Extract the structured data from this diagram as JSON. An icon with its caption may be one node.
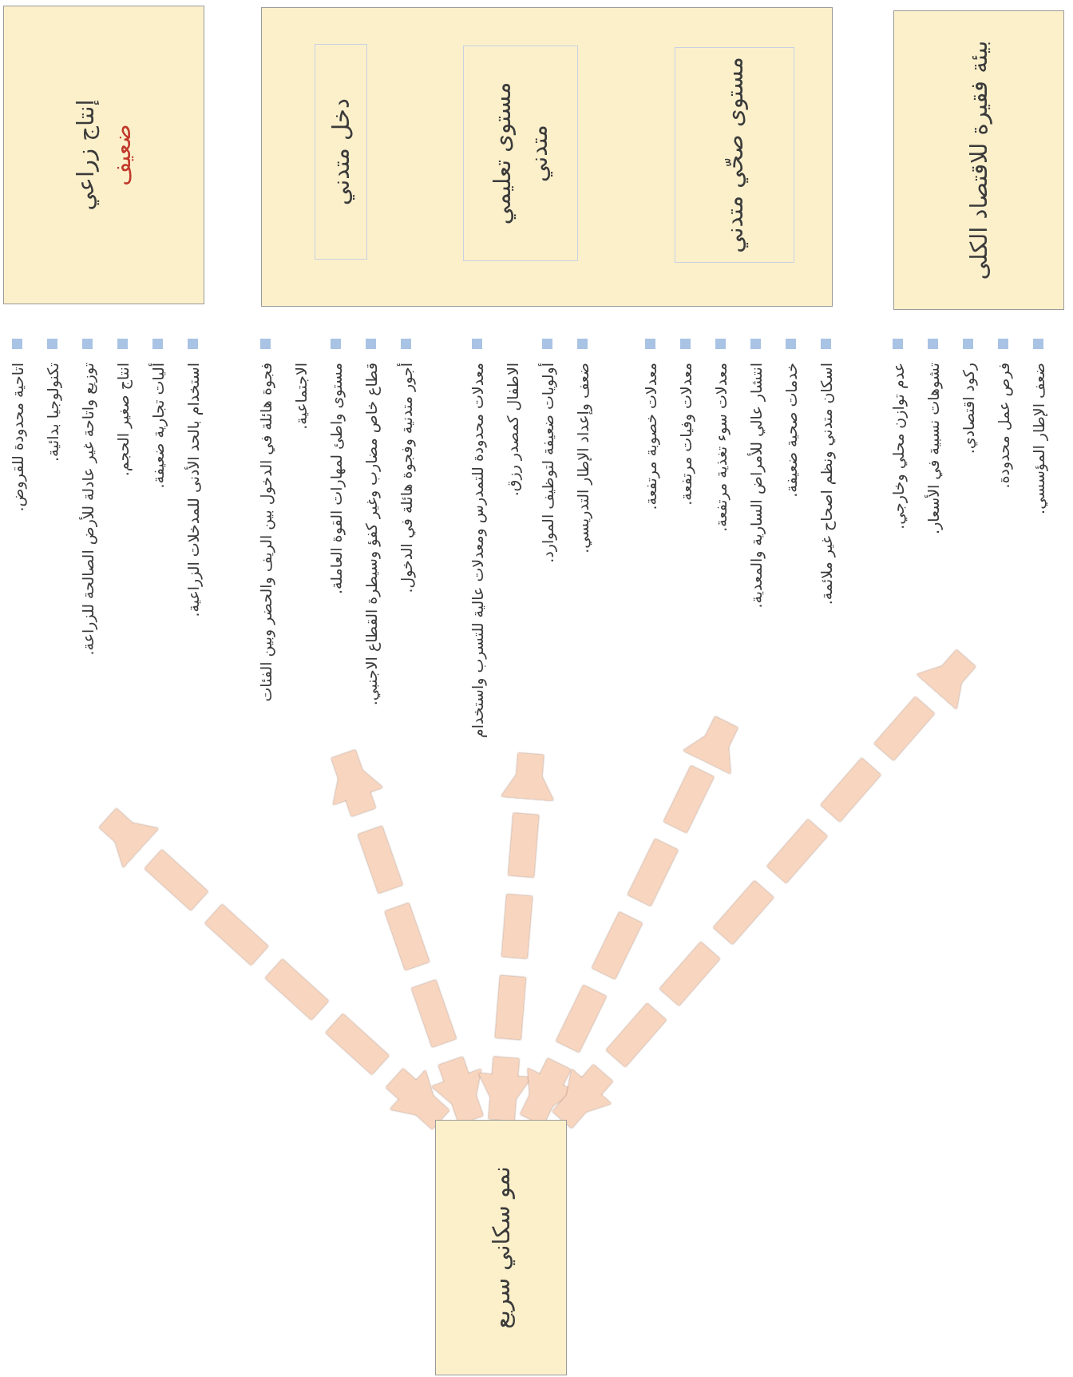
{
  "diagram": {
    "nodes": [
      {
        "text": [
          "إنتاج زراعي",
          "ضعيف"
        ]
      },
      {
        "text": [],
        "shape": "box"
      },
      {
        "text": [
          "دخل متدني"
        ],
        "in": 1
      },
      {
        "text": [
          "مستوى تعليمي متدني"
        ],
        "in": 1
      },
      {
        "text": [
          "مستوى صحّي متدني"
        ],
        "in": 1
      },
      {
        "text": [
          "بيئة فقيرة للاقتصاد الكلى"
        ]
      },
      {
        "text": [
          "اتاحية محدودة للقروض.",
          "تكنولوجيا بدائية.",
          "توزيع واتاحة غير عادلة للأرض الصالحة للزراعة.",
          "انتاج صغير الحجم.",
          "أليات تجارية ضعيفة.",
          "استخدام بالحد الأدنى للمدخلات الزراعية."
        ]
      },
      {
        "text": [
          "فجوة هائلة في الدخول بين الريف والحضر وبين الفئات الاجتماعية.",
          "مستوى واطئ لمهارات القوة العاملة.",
          "قطاع خاص مضارب وغير كفؤ وسيطرة القطاع الاجنبي.",
          "أجور متدنية وفجوة هائلة في الدخول."
        ]
      },
      {
        "text": [
          "معدلات محدودة للتمدرس ومعدلات عالية للتسرب واستخدام الاطفال كمصدر رزق.",
          "أولويات ضعيفة لتوظيف الموارد.",
          "ضعف وإعداد الإطار التدريسي."
        ]
      },
      {
        "text": [
          "معدلات خصوبة مرتفعة.",
          "معدلات وفيات مرتفعة.",
          "معدلات سوء تغذية مرتفعة.",
          "انتشار عالي للأمراض السارية والمعدية.",
          "خدمات صحية ضعيفة.",
          "اسكان متدني ونظم اصحاح غير ملائمة."
        ]
      },
      {
        "text": [
          "عدم توازن محلي وخارجي.",
          "تشوهات نسبية في الأسعار.",
          "ركود اقتصادي.",
          "فرص عمل محدودة.",
          "ضعف الإطار المؤسسي."
        ]
      },
      {
        "text": [
          "نمو سكاني سريع"
        ]
      }
    ],
    "edges": [
      {
        "from": 11,
        "to": 6,
        "arrow": "both"
      },
      {
        "from": 11,
        "to": 7,
        "arrow": "both"
      },
      {
        "from": 11,
        "to": 8,
        "arrow": "both"
      },
      {
        "from": 11,
        "to": 9,
        "arrow": "both"
      },
      {
        "from": 11,
        "to": 10,
        "arrow": "both"
      }
    ]
  }
}
